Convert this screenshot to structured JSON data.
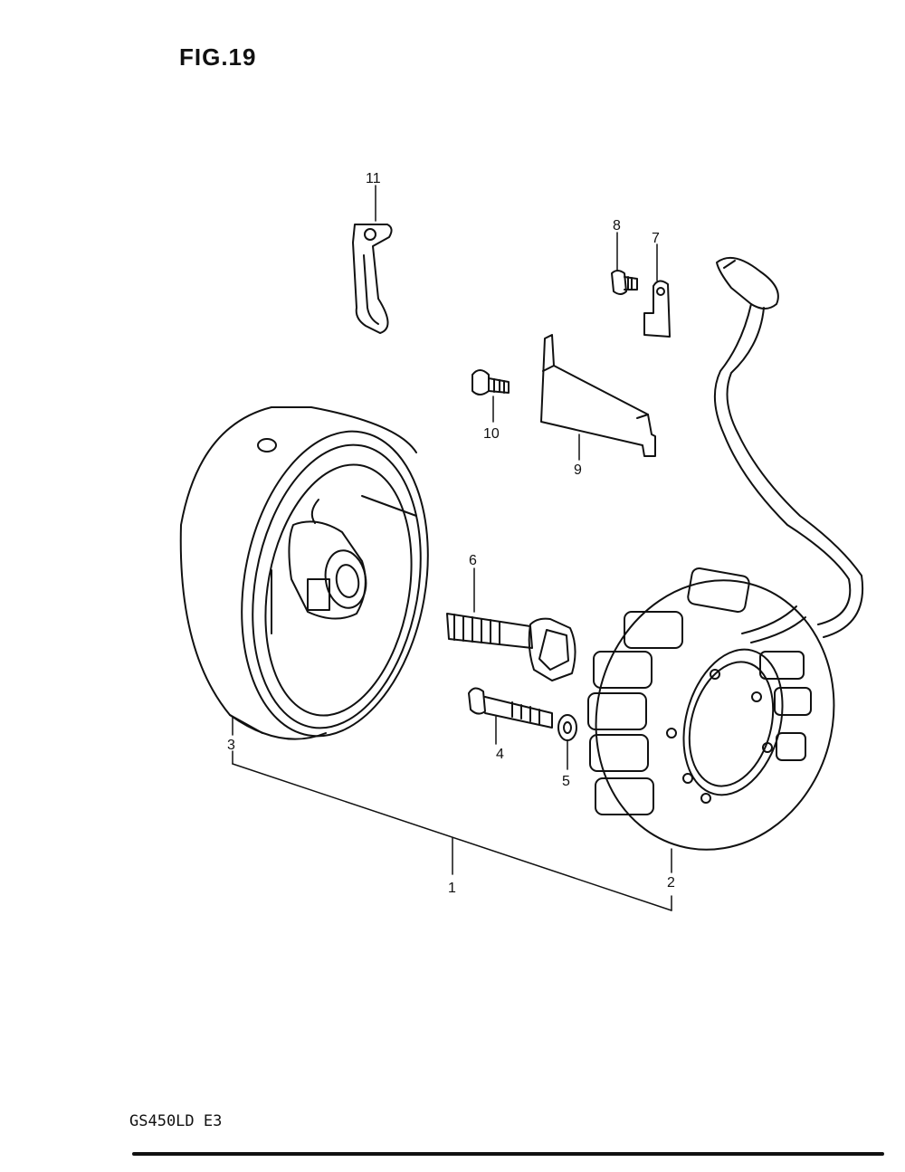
{
  "figure": {
    "title": "FIG.19"
  },
  "footer": {
    "model_code": "GS450LD E3"
  },
  "callouts": [
    {
      "id": "1",
      "label": "1"
    },
    {
      "id": "2",
      "label": "2"
    },
    {
      "id": "3",
      "label": "3"
    },
    {
      "id": "4",
      "label": "4"
    },
    {
      "id": "5",
      "label": "5"
    },
    {
      "id": "6",
      "label": "6"
    },
    {
      "id": "7",
      "label": "7"
    },
    {
      "id": "8",
      "label": "8"
    },
    {
      "id": "9",
      "label": "9"
    },
    {
      "id": "10",
      "label": "10"
    },
    {
      "id": "11",
      "label": "11"
    }
  ],
  "colors": {
    "ink": "#111111",
    "paper": "#ffffff"
  }
}
